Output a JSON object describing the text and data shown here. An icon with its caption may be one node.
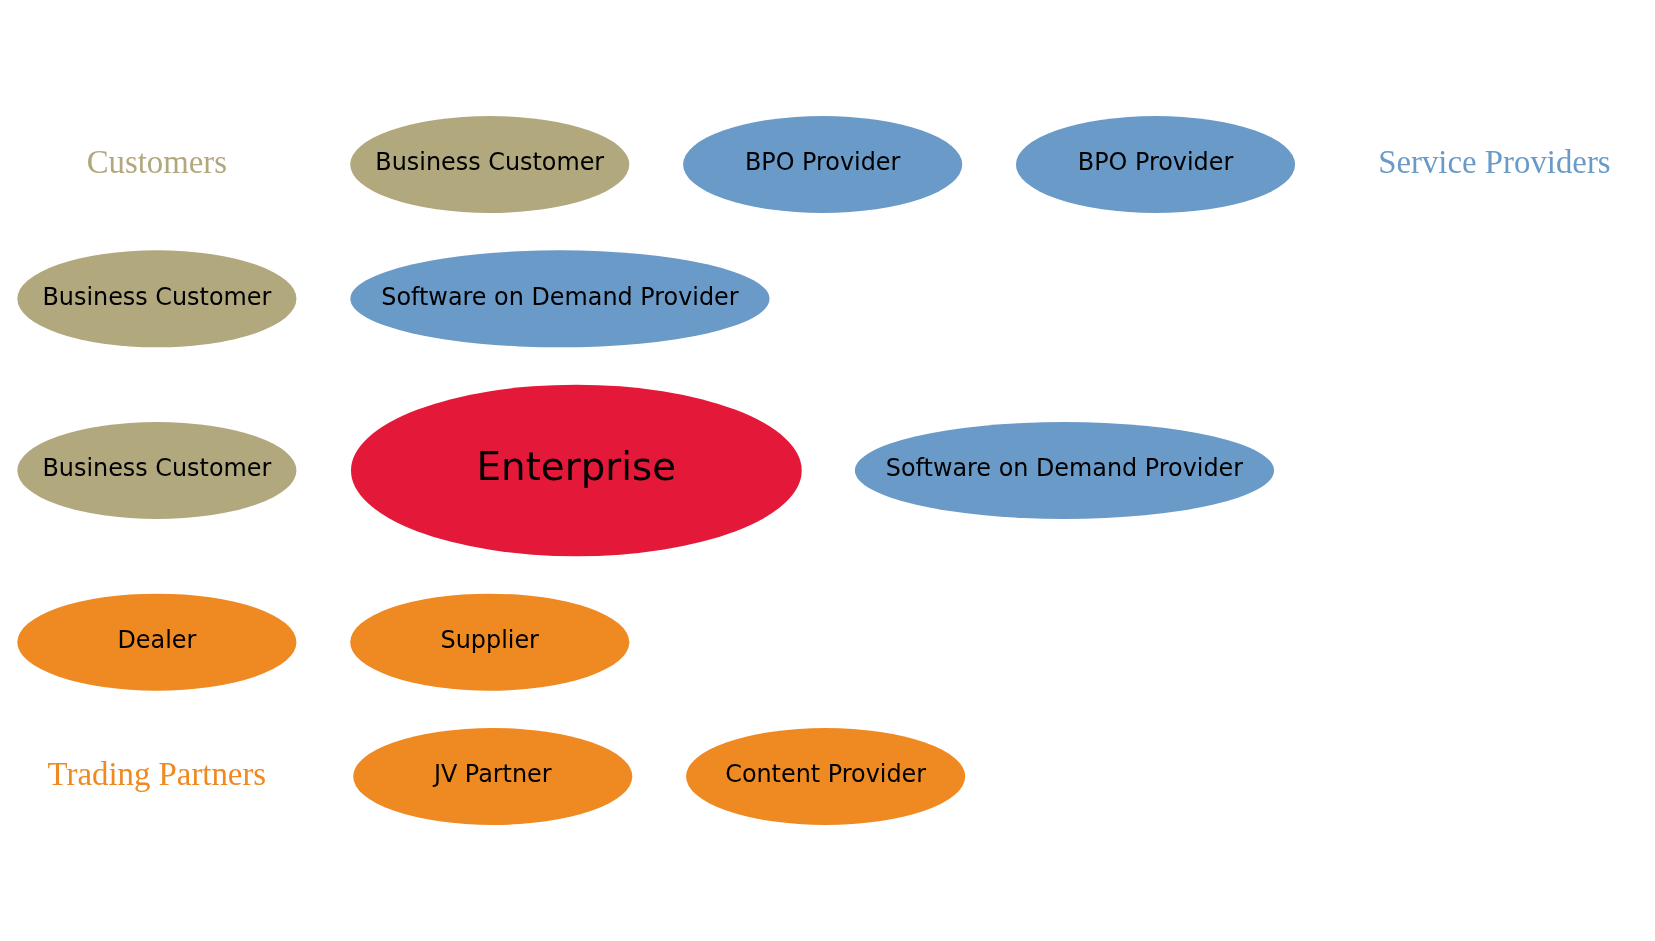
{
  "diagram": {
    "nodes": [
      {
        "text": [
          "BPO Provider"
        ]
      },
      {
        "text": [
          "Business Customer"
        ]
      },
      {
        "text": [
          "BPO Provider"
        ]
      },
      {
        "text": [
          "Business Customer"
        ]
      },
      {
        "text": [
          "Software on Demand Provider"
        ]
      },
      {
        "text": [
          "Enterprise"
        ]
      },
      {
        "text": [
          "Business Customer"
        ]
      },
      {
        "text": [
          "Software on Demand Provider"
        ]
      },
      {
        "text": [
          "Dealer"
        ]
      },
      {
        "text": [
          "Supplier"
        ]
      },
      {
        "text": [
          "JV Partner"
        ]
      },
      {
        "text": [
          "Content Provider"
        ]
      }
    ],
    "edges": [],
    "labels": [
      "Service Providers",
      "Customers",
      "Trading Partners"
    ]
  }
}
